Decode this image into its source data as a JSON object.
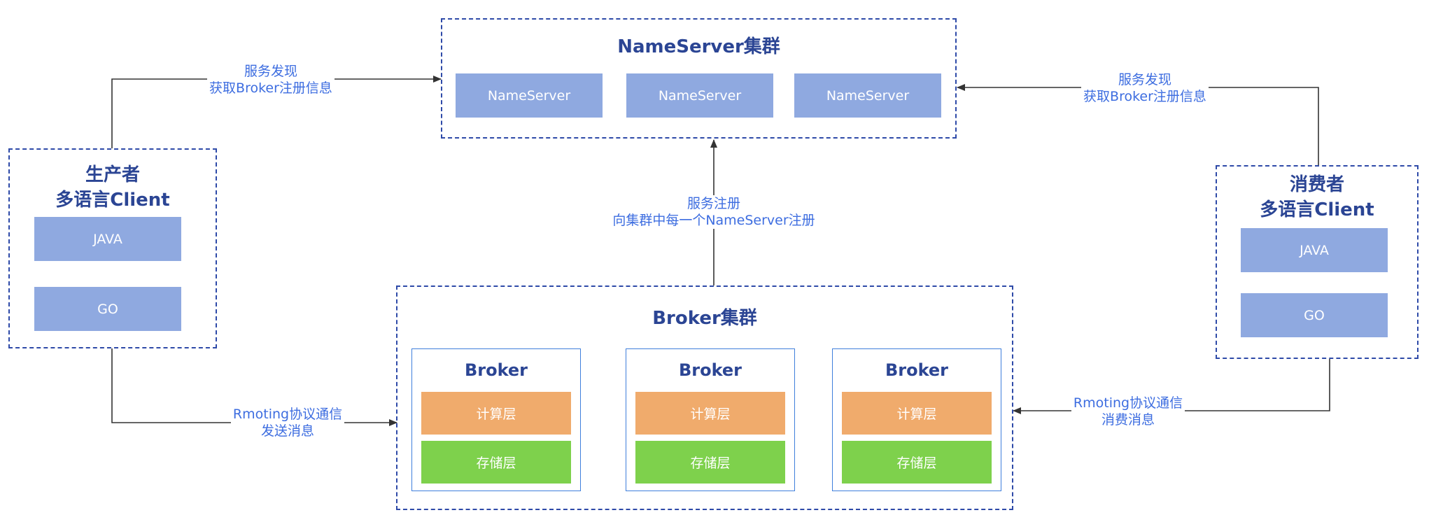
{
  "nameserver_cluster": {
    "title": "NameServer集群",
    "servers": [
      "NameServer",
      "NameServer",
      "NameServer"
    ]
  },
  "producer": {
    "title_line1": "生产者",
    "title_line2": "多语言Client",
    "langs": [
      "JAVA",
      "GO"
    ]
  },
  "consumer": {
    "title_line1": "消费者",
    "title_line2": "多语言Client",
    "langs": [
      "JAVA",
      "GO"
    ]
  },
  "broker_cluster": {
    "title": "Broker集群",
    "brokers": [
      {
        "name": "Broker",
        "compute": "计算层",
        "storage": "存储层"
      },
      {
        "name": "Broker",
        "compute": "计算层",
        "storage": "存储层"
      },
      {
        "name": "Broker",
        "compute": "计算层",
        "storage": "存储层"
      }
    ]
  },
  "edges": {
    "producer_discovery": {
      "line1": "服务发现",
      "line2": "获取Broker注册信息"
    },
    "consumer_discovery": {
      "line1": "服务发现",
      "line2": "获取Broker注册信息"
    },
    "broker_register": {
      "line1": "服务注册",
      "line2": "向集群中每一个NameServer注册"
    },
    "producer_send": {
      "line1": "Rmoting协议通信",
      "line2": "发送消息"
    },
    "consumer_consume": {
      "line1": "Rmoting协议通信",
      "line2": "消费消息"
    }
  },
  "colors": {
    "cluster_border": "#2e4aa8",
    "title_text": "#2b4594",
    "server_fill": "#8fa9e0",
    "compute_fill": "#f0ab6c",
    "storage_fill": "#7ed14c",
    "edge_label": "#3d6de0",
    "connector": "#333333"
  }
}
